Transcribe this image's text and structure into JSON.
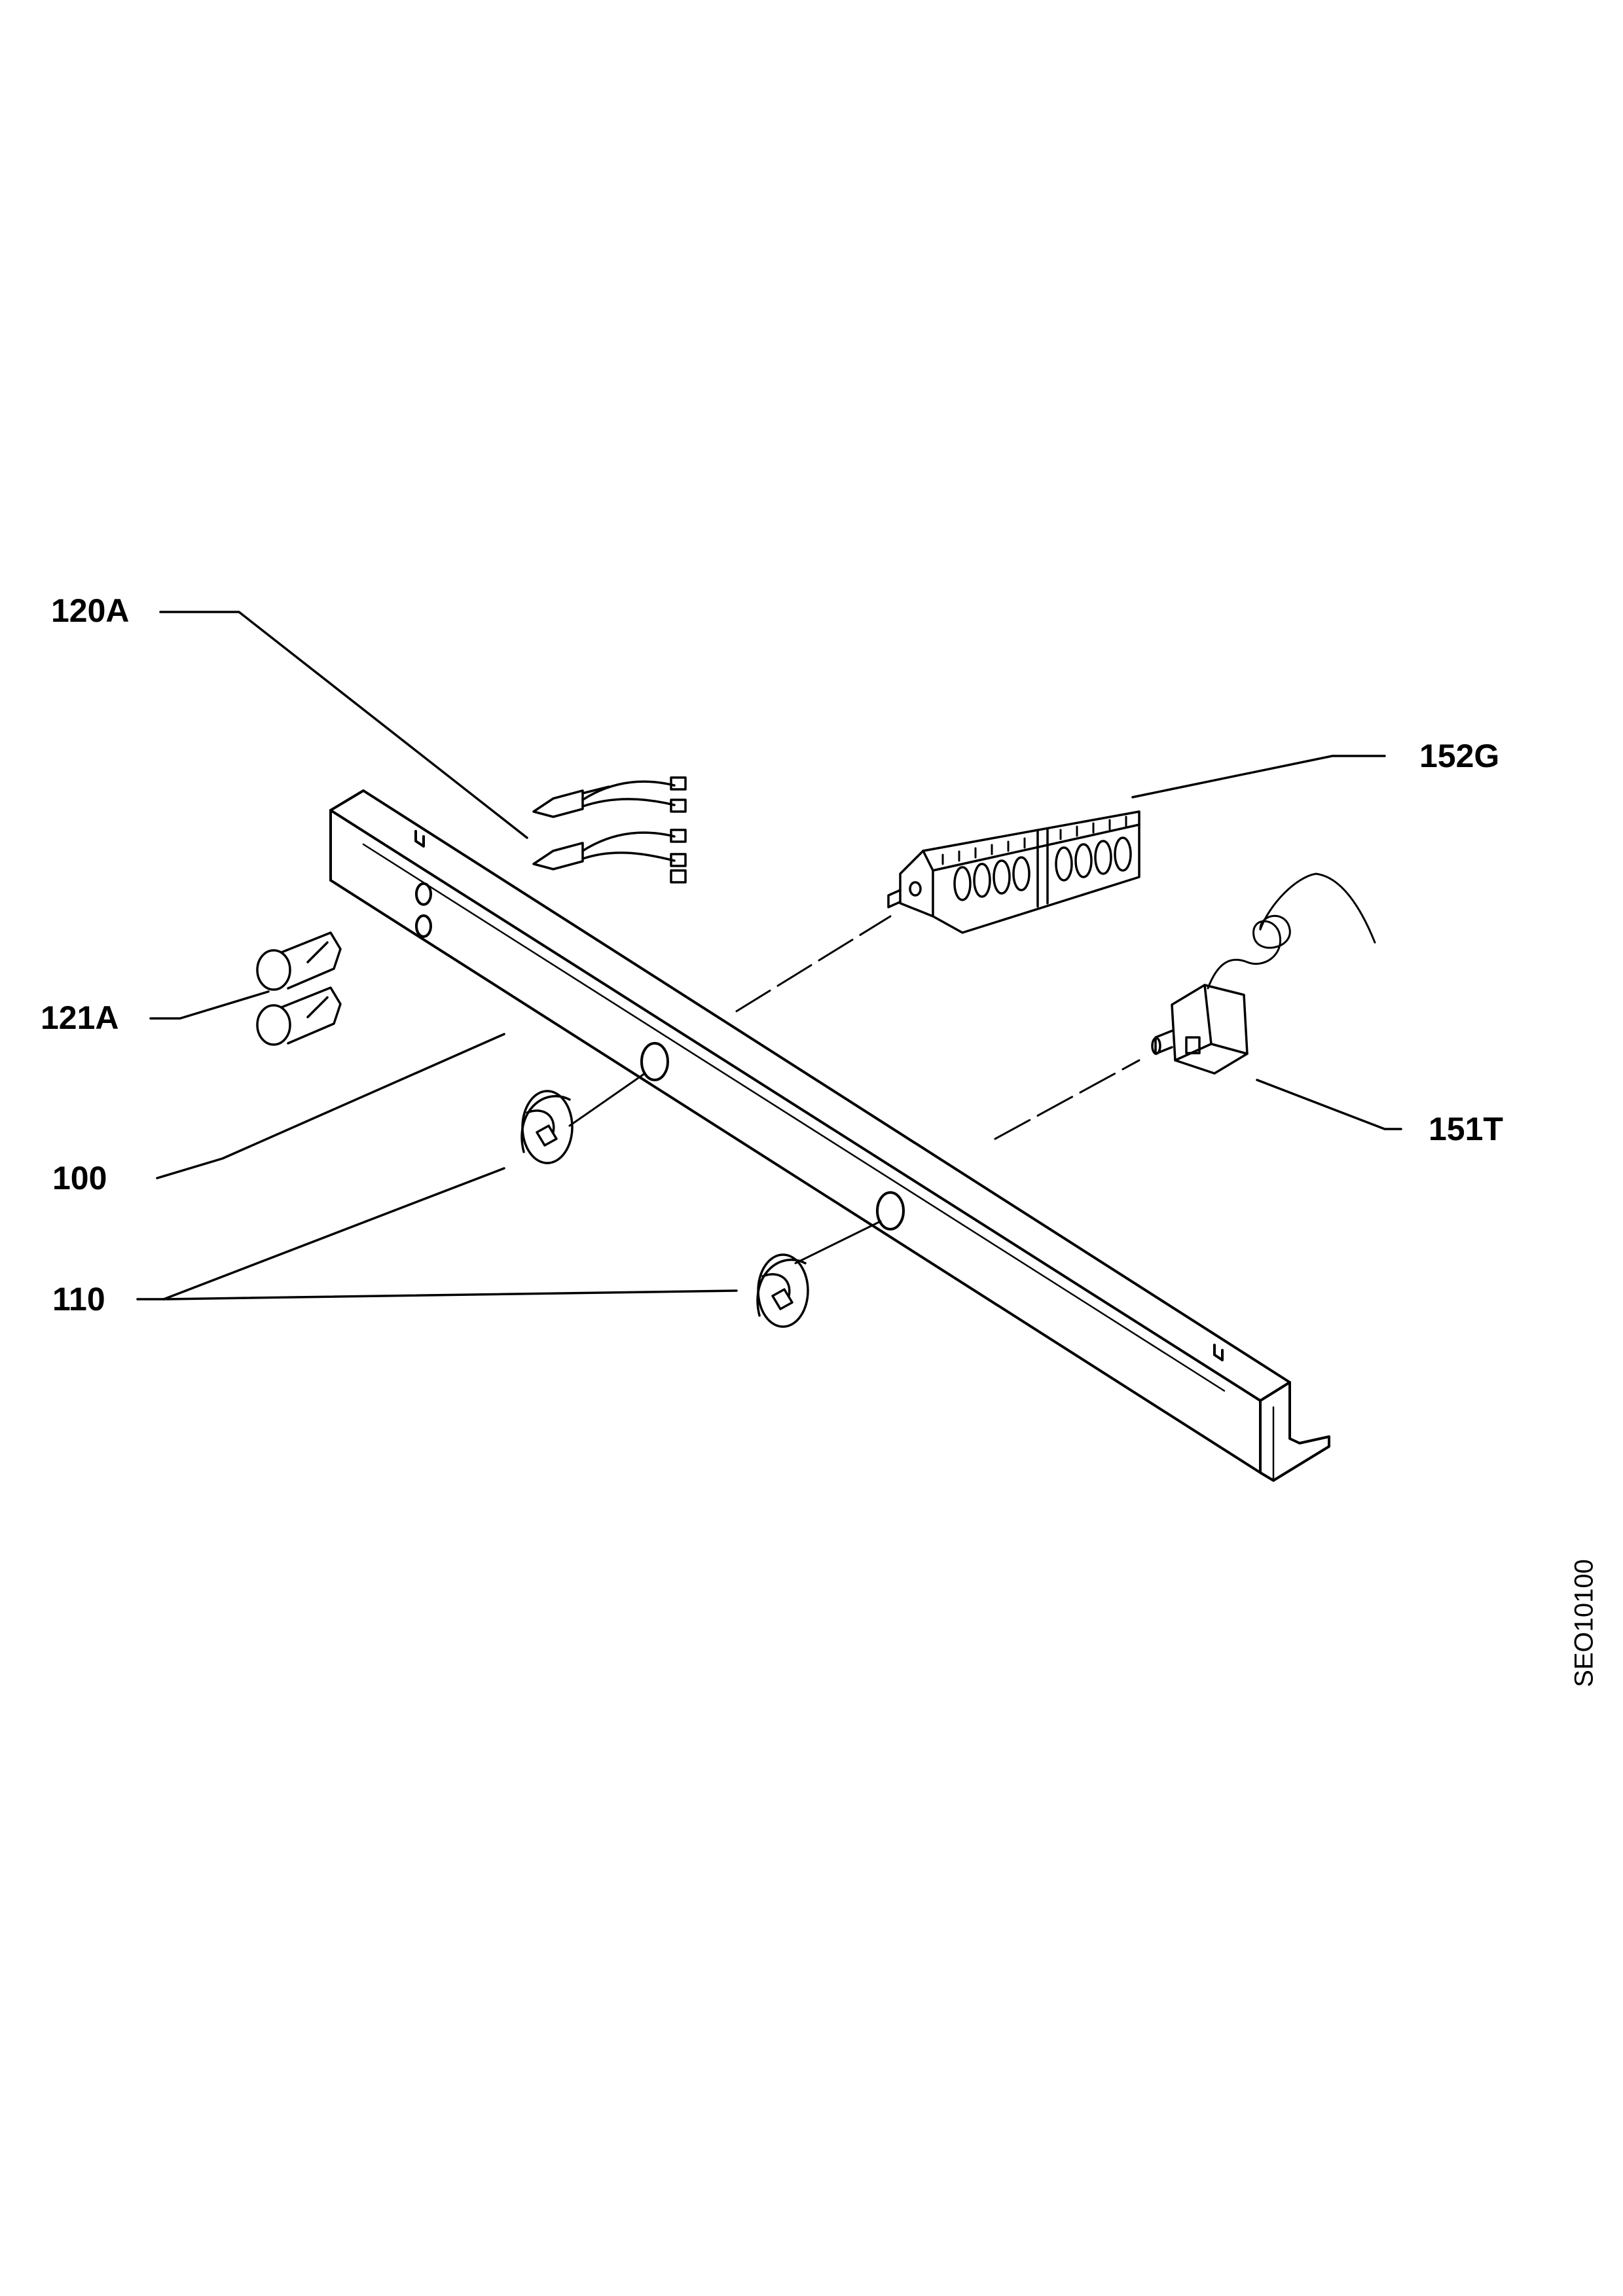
{
  "labels": {
    "switch_lamps": "120A",
    "lamp_caps": "121A",
    "control_panel": "100",
    "knobs": "110",
    "selector_switch": "152G",
    "thermostat": "151T"
  },
  "drawing_code": "SEO10100"
}
